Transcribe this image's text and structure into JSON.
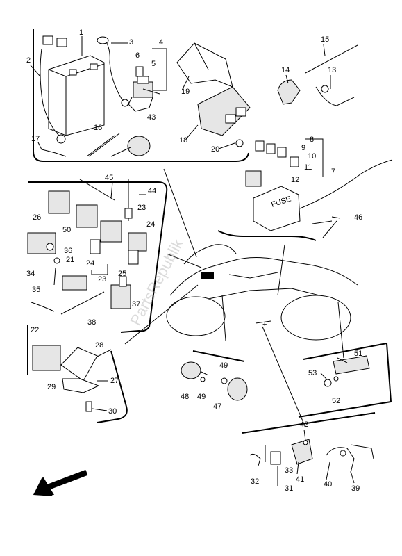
{
  "fuse_box_text": "FUSE",
  "watermark": "PartsRepublik",
  "callouts": [
    "1",
    "2",
    "3",
    "4",
    "5",
    "6",
    "7",
    "8",
    "9",
    "10",
    "11",
    "12",
    "13",
    "14",
    "15",
    "16",
    "17",
    "18",
    "19",
    "20",
    "21",
    "22",
    "23",
    "24",
    "25",
    "26",
    "27",
    "28",
    "29",
    "30",
    "31",
    "32",
    "33",
    "34",
    "35",
    "36",
    "37",
    "38",
    "39",
    "40",
    "41",
    "42",
    "43",
    "44",
    "45",
    "46",
    "47",
    "48",
    "49",
    "50",
    "51",
    "52",
    "53"
  ],
  "icons": {
    "direction": "arrow-left-down-icon"
  }
}
